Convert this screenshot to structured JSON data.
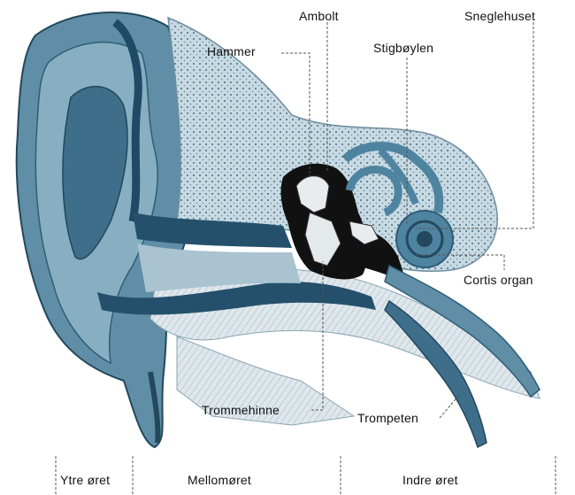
{
  "labels": {
    "hammer": "Hammer",
    "ambolt": "Ambolt",
    "stigboylen": "Stigbøylen",
    "sneglehuset": "Sneglehuset",
    "cortis_organ": "Cortis organ",
    "trommehinne": "Trommehinne",
    "trompeten": "Trompeten"
  },
  "sections": {
    "outer": "Ytre øret",
    "middle": "Mellomøret",
    "inner": "Indre øret"
  },
  "colors": {
    "outer_skin": "#5f8ea6",
    "outer_dark": "#2e5d78",
    "canal_dark": "#24506c",
    "bone_light": "#b9d0dc",
    "middle_cavity": "#111111",
    "ossicle": "#e8ecef",
    "inner_blue": "#4f84a0"
  }
}
